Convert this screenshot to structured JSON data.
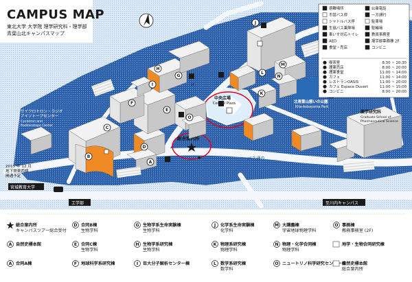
{
  "header": {
    "title": "CAMPUS MAP",
    "subtitle_1": "東北大学 大学院 理学研究科・理学部",
    "subtitle_2": "青葉山北キャンパスマップ"
  },
  "map_labels": {
    "cyclotron_jp": "サイクロトロン・ラジオ",
    "cyclotron_jp2": "アイソトープセンター",
    "cyclotron_en": "Cyclotron and",
    "cyclotron_en2": "Radioisotope Center",
    "central_plaza_jp": "中央広場",
    "central_plaza_en": "Central Plaza",
    "park_jp": "北青葉山憩いの公園",
    "park_en": "Kita-Aobayama Park",
    "pharma_jp": "薬学研究科",
    "pharma_en": "Graduate School of",
    "pharma_en2": "Pharmaceutical Science",
    "info_center": "総合案内所",
    "bus_road": "バス通り",
    "subway_note_1": "2015 年 12 月",
    "subway_note_2": "地下鉄東西線",
    "subway_note_3": "開通予定",
    "miyagi_uni": "宮城教育大学",
    "engineering": "工学部",
    "aobayama_campus": "至川内キャンパス",
    "rest_27f": "2F"
  },
  "building_letters": [
    "A",
    "B",
    "C",
    "D",
    "E",
    "F",
    "G",
    "H",
    "I",
    "J",
    "K",
    "L",
    "M",
    "N",
    "O"
  ],
  "legend": {
    "left": [
      "避難場所",
      "市営バス停",
      "シャトルバス停",
      "生協バス乗降場",
      "車いす対応トイレ",
      "AED",
      "食堂・売店"
    ],
    "right": [
      "公衆電話",
      "一方通行",
      "駐車場",
      "駐輪場",
      "教員事務室",
      "理学部事務棟 2F",
      "コンビニ"
    ],
    "hours": [
      {
        "n": "1",
        "name": "喫茶室",
        "time": "8:30 ~ 20:30"
      },
      {
        "n": "2",
        "name": "理薬売店",
        "time": "8:00 ~ 20:00"
      },
      {
        "n": "3",
        "name": "理薬食堂",
        "time": "11:00 ~ 14:00"
      },
      {
        "n": "4",
        "name": "カフェ",
        "time": "11:00 ~ 14:00"
      },
      {
        "n": "5",
        "name": "レストランOASIS",
        "time": "11:00 ~ 20:00"
      },
      {
        "n": "6",
        "name": "カフェ Espace Duvert",
        "time": "11:00 ~ 15:00"
      },
      {
        "n": "7",
        "name": "コンビニ",
        "time": "8:00 ~ 20:00"
      }
    ]
  },
  "key": {
    "col1": [
      {
        "icon": "star",
        "label": "総合案内所",
        "sub": "キャンパスツアー総合受付"
      },
      {
        "icon": "A",
        "label": "自然史標本館",
        "sub": ""
      },
      {
        "icon": "A",
        "label": "合同A棟",
        "sub": ""
      }
    ],
    "col2": [
      {
        "icon": "D",
        "label": "合同B棟",
        "sub": "生物学科"
      },
      {
        "icon": "E",
        "label": "合同C棟",
        "sub": "生物学科"
      },
      {
        "icon": "F",
        "label": "地球科学系研究棟",
        "sub": ""
      }
    ],
    "col3": [
      {
        "icon": "G",
        "label": "生物学系生命実験棟",
        "sub": "生物学科"
      },
      {
        "icon": "H",
        "label": "生物学系研究棟",
        "sub": "生物学科"
      },
      {
        "icon": "I",
        "label": "巨大分子解析センター棟",
        "sub": ""
      }
    ],
    "col4": [
      {
        "icon": "J",
        "label": "化学系生命実験棟",
        "sub": "化学科"
      },
      {
        "icon": "K",
        "label": "物理系研究棟",
        "sub": "物理学科"
      },
      {
        "icon": "L",
        "label": "数学系研究棟",
        "sub": "数学科"
      }
    ],
    "col5": [
      {
        "icon": "M",
        "label": "大講義棟",
        "sub": "宇宙地球物理学科"
      },
      {
        "icon": "N",
        "label": "物理・化学合同棟",
        "sub": "物理学科"
      },
      {
        "icon": "O",
        "label": "ニュートリノ科学研究センター棟",
        "sub": ""
      }
    ],
    "col6": [
      {
        "icon": "O",
        "label": "事務棟",
        "sub": "教務事務室 (2F)"
      },
      {
        "icon": "",
        "label": "地学・生物合同研究棟",
        "sub": ""
      },
      {
        "icon": "",
        "label": "自然史標本館",
        "sub": "総合案内所"
      }
    ]
  },
  "colors": {
    "ground": "#1d4b8f",
    "ground_light": "#cfe2f5",
    "road": "#f4f8fc",
    "building_top": "#f2f2f2",
    "building_side": "#b5b5b5",
    "accent_orange": "#f08a24",
    "highlight_red": "#e3001b"
  }
}
